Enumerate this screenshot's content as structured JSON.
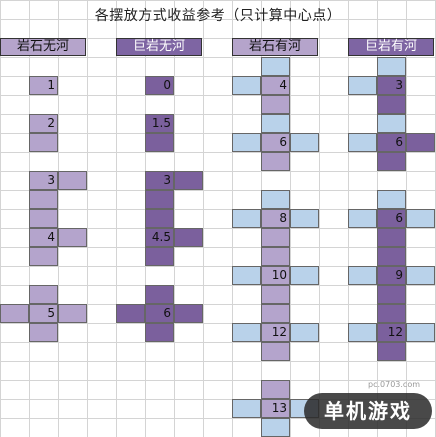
{
  "title": "各摆放方式收益参考（只计算中心点）",
  "headers": [
    "岩石无河",
    "巨岩无河",
    "岩石有河",
    "巨岩有河"
  ],
  "columns": [
    {
      "values": [
        "1",
        "2",
        "3",
        "4",
        "5"
      ]
    },
    {
      "values": [
        "0",
        "1.5",
        "3",
        "4.5",
        "6"
      ]
    },
    {
      "values": [
        "4",
        "6",
        "8",
        "10",
        "12",
        "13"
      ]
    },
    {
      "values": [
        "3",
        "6",
        "6",
        "9",
        "12"
      ]
    }
  ],
  "colors": {
    "light_purple": "#b4a4cc",
    "dark_purple": "#7b609d",
    "light_blue": "#b9d2ea"
  },
  "watermark": {
    "text": "单机游戏",
    "url": "pc.0703.com"
  }
}
